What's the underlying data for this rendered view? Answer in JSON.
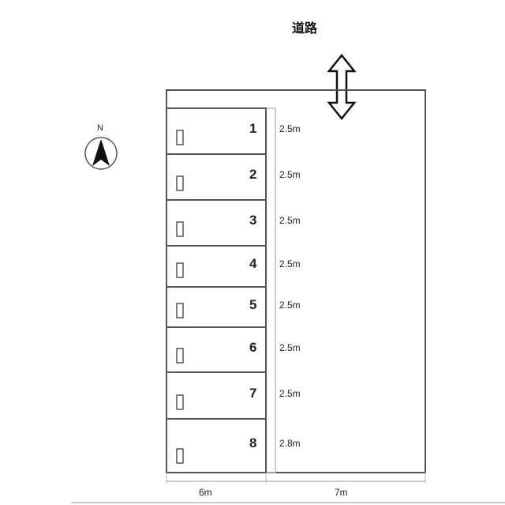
{
  "title": "道路",
  "compass_label": "N",
  "stalls": [
    {
      "number": "1",
      "width": "2.5m"
    },
    {
      "number": "2",
      "width": "2.5m"
    },
    {
      "number": "3",
      "width": "2.5m"
    },
    {
      "number": "4",
      "width": "2.5m"
    },
    {
      "number": "5",
      "width": "2.5m"
    },
    {
      "number": "6",
      "width": "2.5m"
    },
    {
      "number": "7",
      "width": "2.5m"
    },
    {
      "number": "8",
      "width": "2.8m"
    }
  ],
  "dimensions": {
    "stall_depth": "6m",
    "aisle_width": "7m"
  }
}
